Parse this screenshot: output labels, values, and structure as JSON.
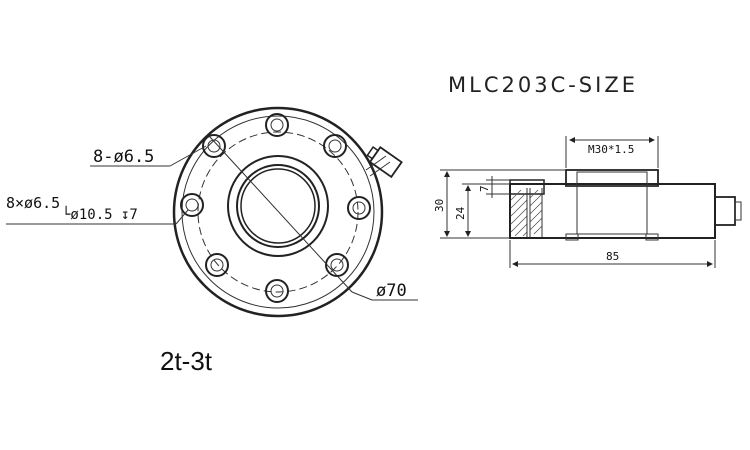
{
  "title": "MLC203C-SIZE",
  "caption": "2t-3t",
  "front_view": {
    "bolt_circle_label": "8-ø6.5",
    "counterbore_label_main": "8×ø6.5",
    "counterbore_label_sub": "└ø10.5 ↧7",
    "outer_diameter_label": "ø70"
  },
  "side_view": {
    "thread_label": "M30*1.5",
    "height_total": "30",
    "height_body": "24",
    "height_step": "7",
    "width_total": "85"
  },
  "colors": {
    "line": "#222222",
    "background": "#ffffff"
  },
  "icons": [
    "connector-icon"
  ]
}
